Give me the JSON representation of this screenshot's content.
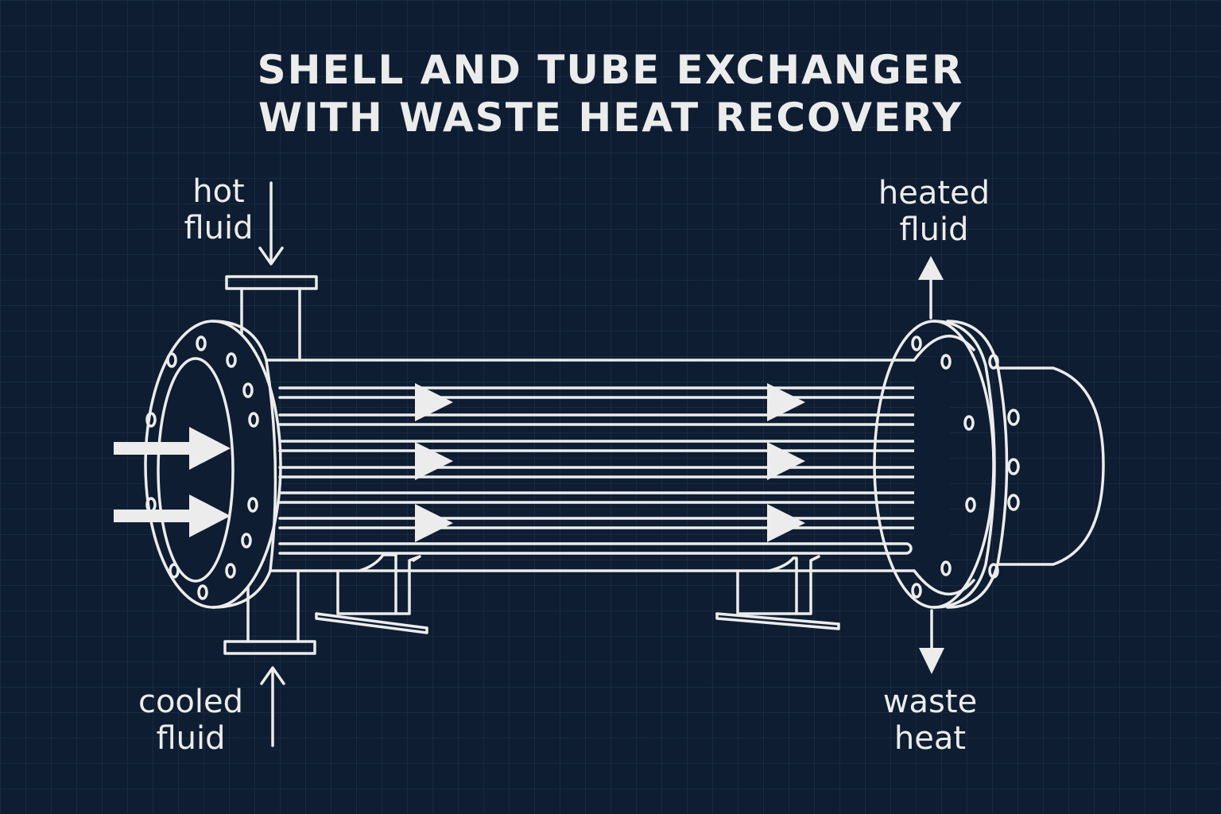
{
  "title": {
    "line1": "SHELL AND TUBE EXCHANGER",
    "line2": "WITH WASTE HEAT RECOVERY"
  },
  "labels": {
    "hot_fluid": {
      "line1": "hot",
      "line2": "fluid"
    },
    "heated_fluid": {
      "line1": "heated",
      "line2": "fluid"
    },
    "cooled_fluid": {
      "line1": "cooled",
      "line2": "fluid"
    },
    "waste_heat": {
      "line1": "waste",
      "line2": "heat"
    }
  },
  "colors": {
    "background": "#0e1d31",
    "line": "#ececec"
  }
}
